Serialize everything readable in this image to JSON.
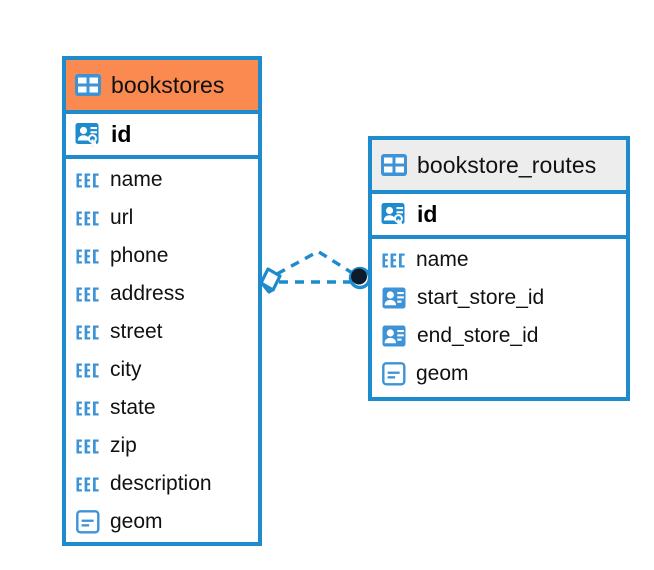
{
  "diagram": {
    "title": "bookstores-erd",
    "colors": {
      "entity_border": "#1e8bcd",
      "header_accent": "#fa8a50",
      "header_muted": "#ededed",
      "icon_blue": "#3d93d6",
      "icon_blue_solid": "#1e8bcd",
      "connector_line": "#1e8bcd",
      "connector_endpoint": "#0d1b2a",
      "text": "#111111",
      "background": "#ffffff"
    },
    "entities": [
      {
        "id": "bookstores",
        "name": "bookstores",
        "header_icon": "table-grid-icon",
        "header_style": "accent",
        "primary_key": {
          "name": "id",
          "icon": "primary-key-icon"
        },
        "fields": [
          {
            "name": "name",
            "icon": "text-type-icon"
          },
          {
            "name": "url",
            "icon": "text-type-icon"
          },
          {
            "name": "phone",
            "icon": "text-type-icon"
          },
          {
            "name": "address",
            "icon": "text-type-icon"
          },
          {
            "name": "street",
            "icon": "text-type-icon"
          },
          {
            "name": "city",
            "icon": "text-type-icon"
          },
          {
            "name": "state",
            "icon": "text-type-icon"
          },
          {
            "name": "zip",
            "icon": "text-type-icon"
          },
          {
            "name": "description",
            "icon": "text-type-icon"
          },
          {
            "name": "geom",
            "icon": "geometry-type-icon"
          }
        ]
      },
      {
        "id": "bookstore_routes",
        "name": "bookstore_routes",
        "header_icon": "table-grid-icon",
        "header_style": "muted",
        "primary_key": {
          "name": "id",
          "icon": "primary-key-icon"
        },
        "fields": [
          {
            "name": "name",
            "icon": "text-type-icon"
          },
          {
            "name": "start_store_id",
            "icon": "foreign-key-icon"
          },
          {
            "name": "end_store_id",
            "icon": "foreign-key-icon"
          },
          {
            "name": "geom",
            "icon": "geometry-type-icon"
          }
        ]
      }
    ],
    "relationship": {
      "from_entity": "bookstores",
      "to_entity": "bookstore_routes",
      "source_marker": "diamond-open-marker",
      "target_marker": "filled-circle-marker",
      "line_style": "dashed"
    }
  }
}
